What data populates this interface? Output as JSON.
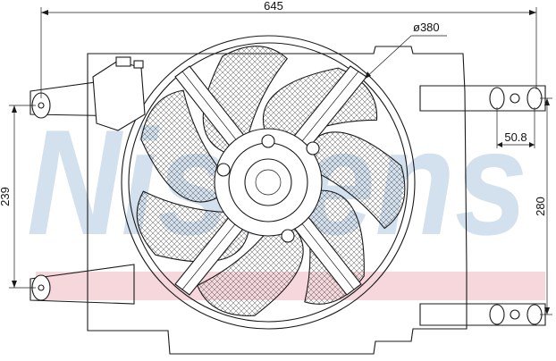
{
  "watermark": {
    "text": "Nissens",
    "color": "#c9d9ea"
  },
  "stripe": {
    "color": "#f2c9d0"
  },
  "dimensions": {
    "overall_width": "645",
    "fan_diameter": "ø380",
    "mount_spacing": "50.8",
    "height_left": "239",
    "height_right": "280"
  },
  "colors": {
    "line": "#1a1a1a",
    "hatch": "#555555"
  }
}
